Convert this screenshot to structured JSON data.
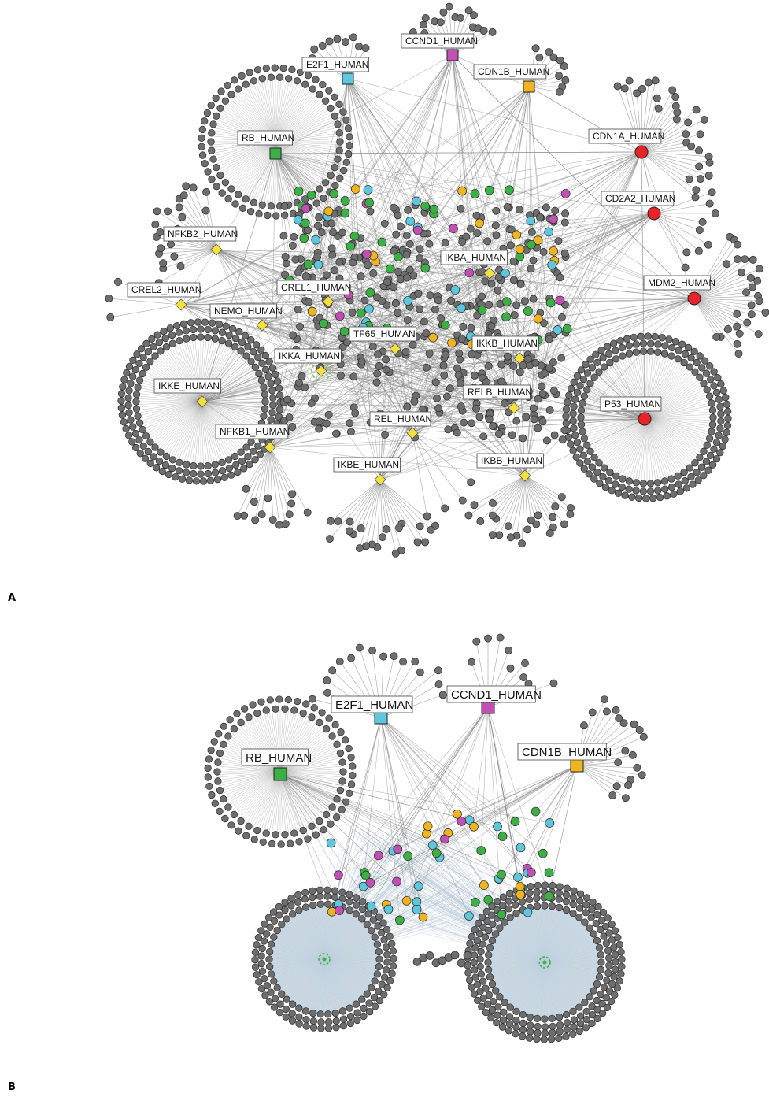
{
  "panels": [
    {
      "letter": "A",
      "hubs": [
        {
          "label": "CCND1_HUMAN",
          "shape": "square",
          "color": "#c24fb3"
        },
        {
          "label": "E2F1_HUMAN",
          "shape": "square",
          "color": "#5ec6dd"
        },
        {
          "label": "CDN1B_HUMAN",
          "shape": "square",
          "color": "#f0b420"
        },
        {
          "label": "RB_HUMAN",
          "shape": "square",
          "color": "#3cb044"
        },
        {
          "label": "CDN1A_HUMAN",
          "shape": "circle",
          "color": "#e8232a"
        },
        {
          "label": "CD2A2_HUMAN",
          "shape": "circle",
          "color": "#e8232a"
        },
        {
          "label": "MDM2_HUMAN",
          "shape": "circle",
          "color": "#e8232a"
        },
        {
          "label": "P53_HUMAN",
          "shape": "circle",
          "color": "#e8232a"
        },
        {
          "label": "NFKB2_HUMAN",
          "shape": "diamond",
          "color": "#f2e23a"
        },
        {
          "label": "CREL2_HUMAN",
          "shape": "diamond",
          "color": "#f2e23a"
        },
        {
          "label": "CREL1_HUMAN",
          "shape": "diamond",
          "color": "#f2e23a"
        },
        {
          "label": "IKBA_HUMAN",
          "shape": "diamond",
          "color": "#f2e23a"
        },
        {
          "label": "NEMO_HUMAN",
          "shape": "diamond",
          "color": "#f2e23a"
        },
        {
          "label": "TF65_HUMAN",
          "shape": "diamond",
          "color": "#f2e23a"
        },
        {
          "label": "IKKB_HUMAN",
          "shape": "diamond",
          "color": "#f2e23a"
        },
        {
          "label": "IKKA_HUMAN",
          "shape": "diamond",
          "color": "#f2e23a"
        },
        {
          "label": "IKKE_HUMAN",
          "shape": "diamond",
          "color": "#f2e23a"
        },
        {
          "label": "RELB_HUMAN",
          "shape": "diamond",
          "color": "#f2e23a"
        },
        {
          "label": "REL_HUMAN",
          "shape": "diamond",
          "color": "#f2e23a"
        },
        {
          "label": "NFKB1_HUMAN",
          "shape": "diamond",
          "color": "#f2e23a"
        },
        {
          "label": "IKBE_HUMAN",
          "shape": "diamond",
          "color": "#f2e23a"
        },
        {
          "label": "IKBB_HUMAN",
          "shape": "diamond",
          "color": "#f2e23a"
        }
      ]
    },
    {
      "letter": "B",
      "hubs": [
        {
          "label": "E2F1_HUMAN",
          "shape": "square",
          "color": "#5ec6dd"
        },
        {
          "label": "CCND1_HUMAN",
          "shape": "square",
          "color": "#c24fb3"
        },
        {
          "label": "RB_HUMAN",
          "shape": "square",
          "color": "#3cb044"
        },
        {
          "label": "CDN1B_HUMAN",
          "shape": "square",
          "color": "#f0b420"
        }
      ]
    }
  ],
  "colors": {
    "background": "#ffffff",
    "node_gray": "#6e6e6e",
    "edge_gray": "#8a8a8a",
    "edge_light": "#b7cad8",
    "cluster_fill": "#c9d8e3",
    "green": "#3cb044",
    "cyan": "#5ec6dd",
    "magenta": "#c24fb3",
    "orange": "#f0b420",
    "red": "#e8232a",
    "yellow": "#f2e23a"
  }
}
